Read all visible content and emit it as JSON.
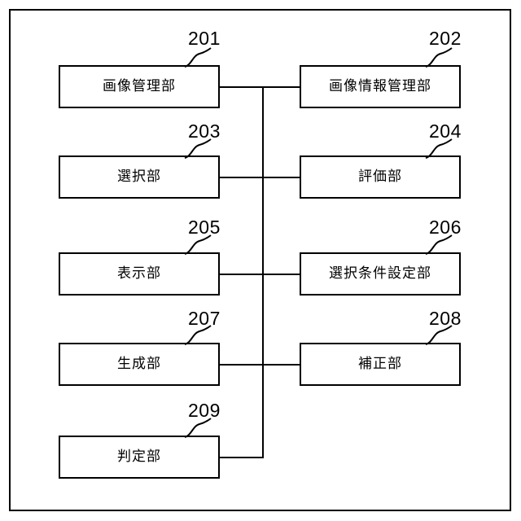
{
  "figure": {
    "type": "patent-block-diagram",
    "language": "ja",
    "frame": {
      "border_color": "#000000"
    },
    "blocks": [
      {
        "id": "201",
        "label": "画像管理部",
        "ref": "201",
        "column": "left",
        "row": 1
      },
      {
        "id": "202",
        "label": "画像情報管理部",
        "ref": "202",
        "column": "right",
        "row": 1
      },
      {
        "id": "203",
        "label": "選択部",
        "ref": "203",
        "column": "left",
        "row": 2
      },
      {
        "id": "204",
        "label": "評価部",
        "ref": "204",
        "column": "right",
        "row": 2
      },
      {
        "id": "205",
        "label": "表示部",
        "ref": "205",
        "column": "left",
        "row": 3
      },
      {
        "id": "206",
        "label": "選択条件設定部",
        "ref": "206",
        "column": "right",
        "row": 3
      },
      {
        "id": "207",
        "label": "生成部",
        "ref": "207",
        "column": "left",
        "row": 4
      },
      {
        "id": "208",
        "label": "補正部",
        "ref": "208",
        "column": "right",
        "row": 4
      },
      {
        "id": "209",
        "label": "判定部",
        "ref": "209",
        "column": "left",
        "row": 5
      }
    ],
    "bus": {
      "orientation": "vertical",
      "description": "common vertical bus joining all blocks",
      "connected_rows": [
        1,
        2,
        3,
        4,
        5
      ]
    }
  }
}
